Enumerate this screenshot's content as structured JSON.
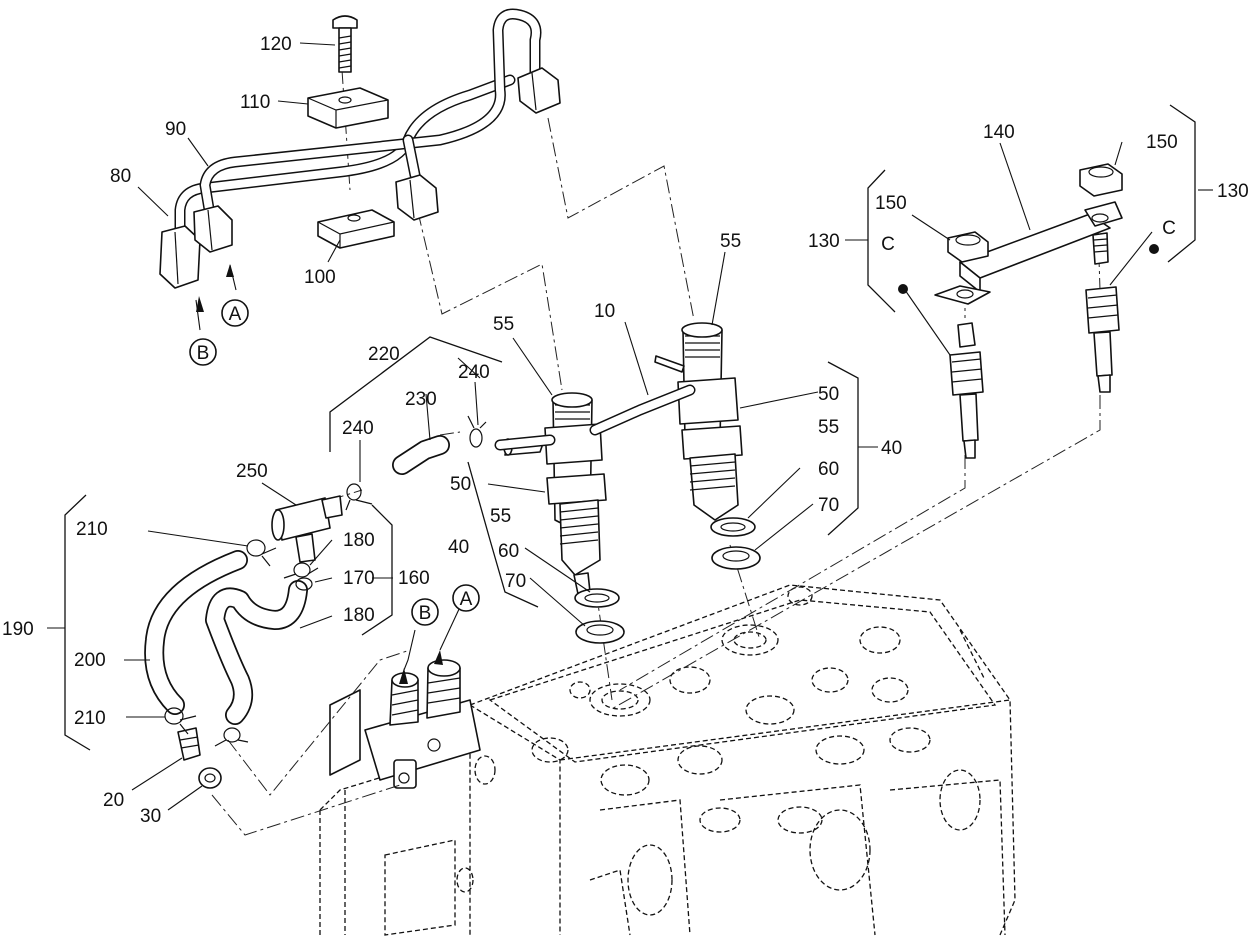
{
  "labels": {
    "p120": "120",
    "p110": "110",
    "p90": "90",
    "p80": "80",
    "p100": "100",
    "p140": "140",
    "p150a": "150",
    "p150b": "150",
    "p130a": "130",
    "p130b": "130",
    "p55a": "55",
    "p55b": "55",
    "p55c": "55",
    "p55d": "55",
    "p10": "10",
    "p220": "220",
    "p240a": "240",
    "p240b": "240",
    "p230": "230",
    "p250": "250",
    "p210a": "210",
    "p210b": "210",
    "p180a": "180",
    "p180b": "180",
    "p170": "170",
    "p160": "160",
    "p190": "190",
    "p200": "200",
    "p20": "20",
    "p30": "30",
    "p50a": "50",
    "p50b": "50",
    "p60a": "60",
    "p60b": "60",
    "p70a": "70",
    "p70b": "70",
    "p40a": "40",
    "p40b": "40"
  },
  "refs": {
    "a_top": "A",
    "b_top": "B",
    "a_block": "A",
    "b_block": "B",
    "c_left": "C",
    "c_right": "C"
  }
}
